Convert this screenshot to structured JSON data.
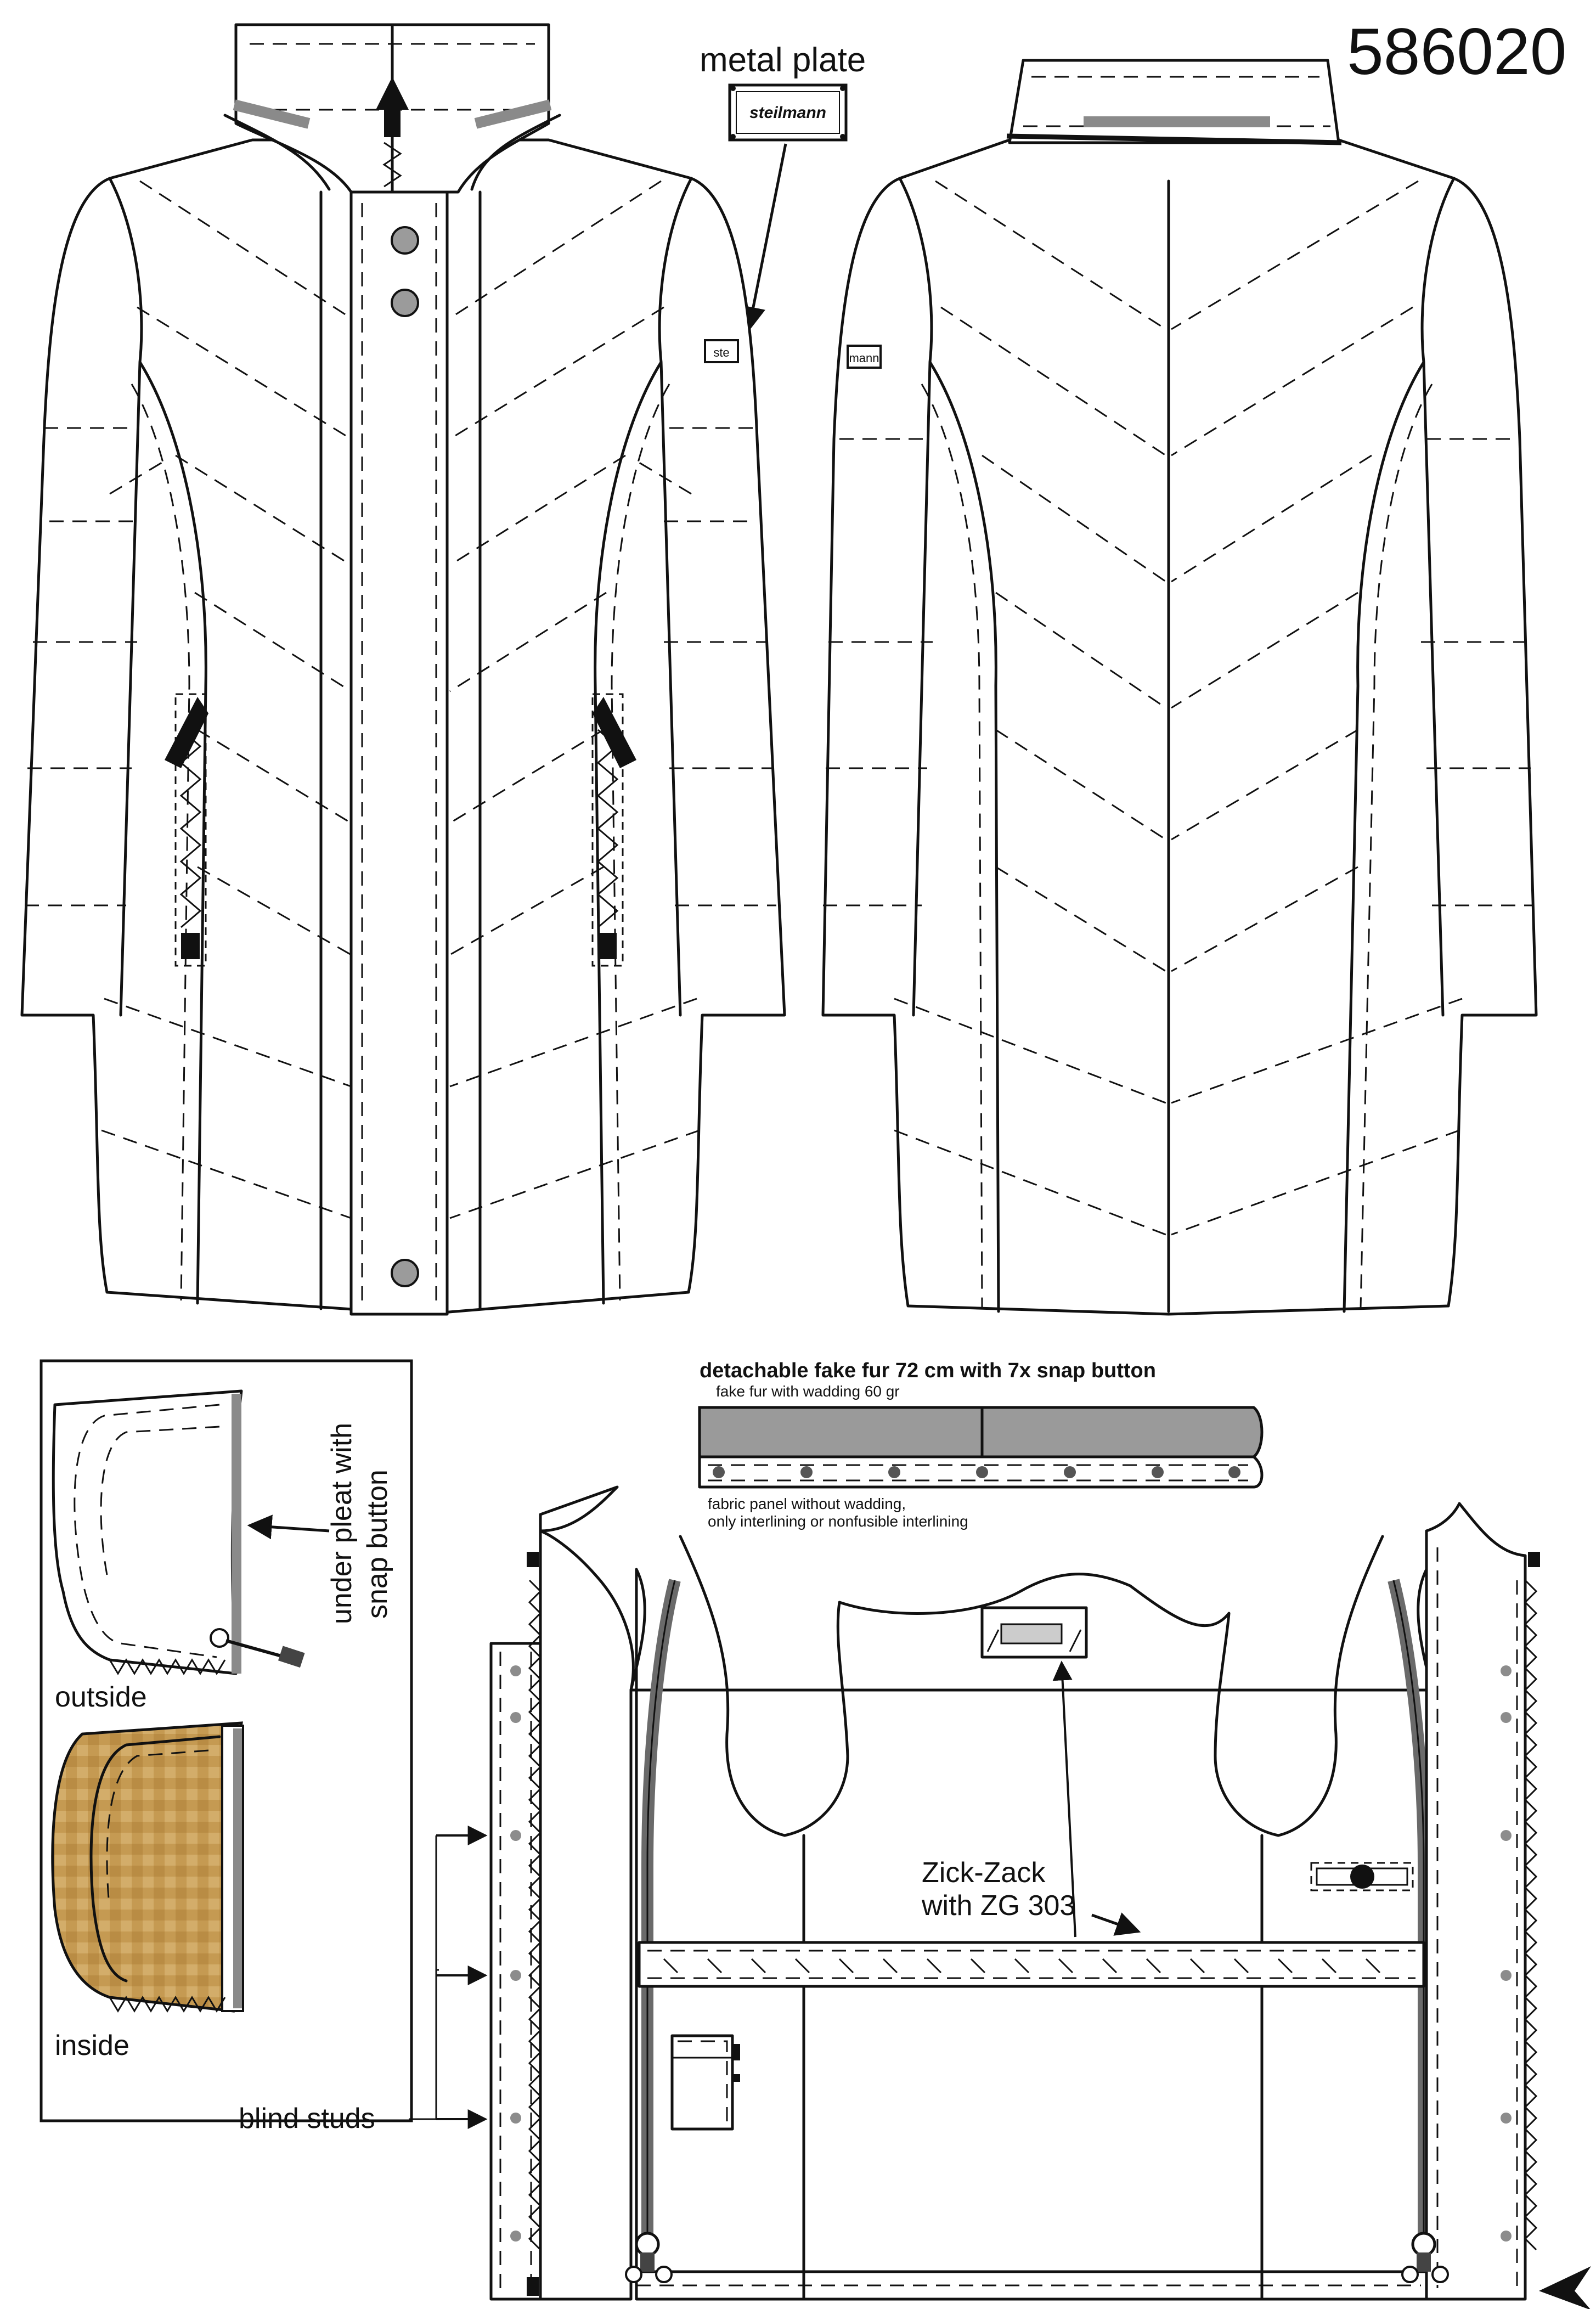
{
  "article_number": "586020",
  "labels": {
    "metal_plate": "metal plate",
    "plate_text": "steilmann",
    "sleeve_badge_front": "ste",
    "sleeve_badge_back": "mann",
    "fake_fur_title": "detachable fake fur 72 cm with 7x snap button",
    "fake_fur_sub": "fake fur with wadding 60 gr",
    "panel_note_1": "fabric panel without wadding,",
    "panel_note_2": "only interlining or nonfusible interlining",
    "under_pleat_1": "under pleat with",
    "under_pleat_2": "snap button",
    "outside": "outside",
    "inside": "inside",
    "zick_zack_1": "Zick-Zack",
    "zick_zack_2": "with ZG 303",
    "blind_studs": "blind studs"
  },
  "colors": {
    "line": "#111111",
    "collar_stripe": "#8a8a8a",
    "fur_strip": "#9a9a9a",
    "fur_lining": "#c49a4e",
    "snap": "#9b9b9b",
    "zipper_tape": "#6a6a6a"
  },
  "icons": [
    "zipper-pull-icon",
    "snap-button-icon",
    "arrow-icon",
    "metal-plate-icon"
  ]
}
